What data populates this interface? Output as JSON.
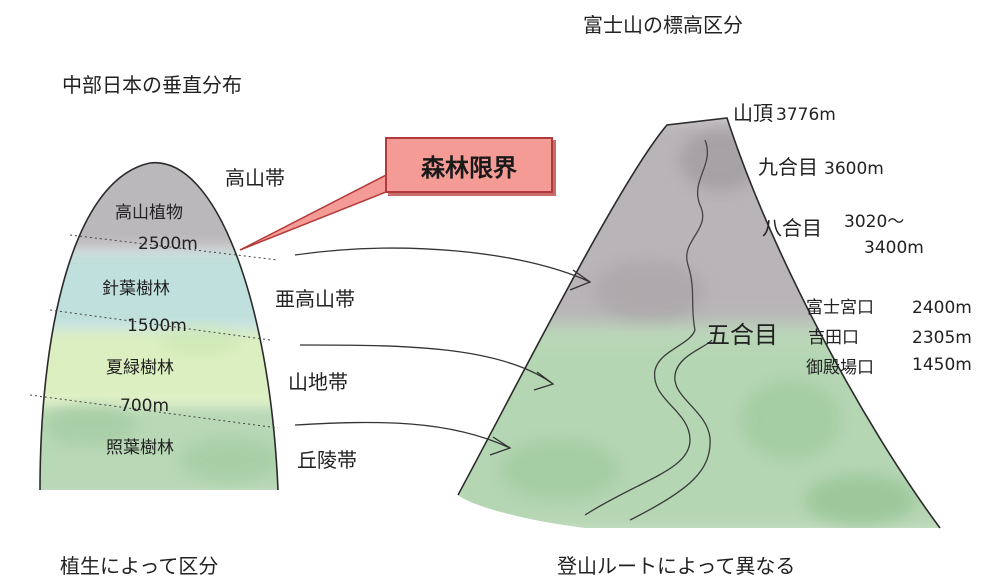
{
  "left_diagram": {
    "title": "中部日本の垂直分布",
    "caption": "植生によって区分",
    "vegetation": [
      "高山植物",
      "針葉樹林",
      "夏緑樹林",
      "照葉樹林"
    ],
    "altitudes": [
      "2500m",
      "1500m",
      "700m"
    ],
    "zones": [
      "高山帯",
      "亜高山帯",
      "山地帯",
      "丘陵帯"
    ],
    "colors": {
      "alpine": "#b4b1b4",
      "subalpine": "#bfe0dc",
      "montane": "#dcefc0",
      "hill": "#b5d6b3"
    }
  },
  "callout": {
    "label": "森林限界",
    "fill": "#f59b96",
    "border": "#b33a3a"
  },
  "right_diagram": {
    "title": "富士山の標高区分",
    "caption": "登山ルートによって異なる",
    "summit": {
      "name": "山頂",
      "elevation": "3776m"
    },
    "stations": [
      {
        "name": "九合目",
        "elevation": "3600m"
      },
      {
        "name": "八合目",
        "elevation": "3020～",
        "elevation2": "3400m"
      }
    ],
    "fifth_station": "五合目",
    "trailheads": [
      {
        "name": "富士宮口",
        "elevation": "2400m"
      },
      {
        "name": "吉田口",
        "elevation": "2305m"
      },
      {
        "name": "御殿場口",
        "elevation": "1450m"
      }
    ]
  }
}
